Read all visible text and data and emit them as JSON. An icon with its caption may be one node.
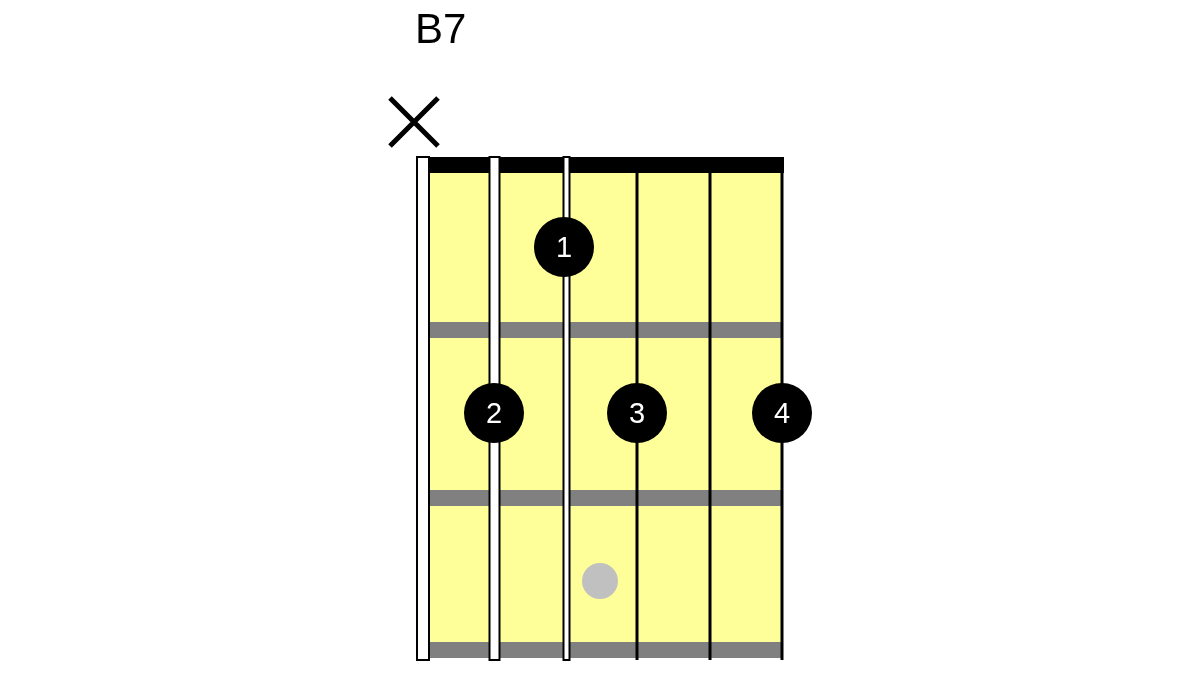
{
  "diagram": {
    "title": "B7",
    "nodes": [
      {
        "text": [
          "1"
        ]
      },
      {
        "text": [
          "2"
        ]
      },
      {
        "text": [
          "3"
        ]
      },
      {
        "text": [
          "4"
        ]
      },
      {
        "text": [],
        "shape": "circle"
      }
    ]
  }
}
